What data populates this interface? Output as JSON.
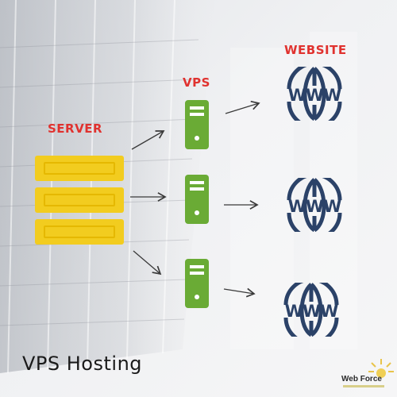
{
  "labels": {
    "server": "SERVER",
    "vps": "VPS",
    "website": "WEBSITE"
  },
  "globe_text": "WWW",
  "caption": "VPS Hosting",
  "brand": "Web Force",
  "colors": {
    "label_red": "#e0322f",
    "server_yellow": "#f2cc1f",
    "vps_green": "#6aab35",
    "globe_navy": "#2b4268",
    "arrow": "#3a3a3a"
  },
  "icons": {
    "server": "server-rack-icon",
    "vps": "vps-tower-icon",
    "website": "www-globe-icon",
    "logo": "sun-logo-icon"
  }
}
